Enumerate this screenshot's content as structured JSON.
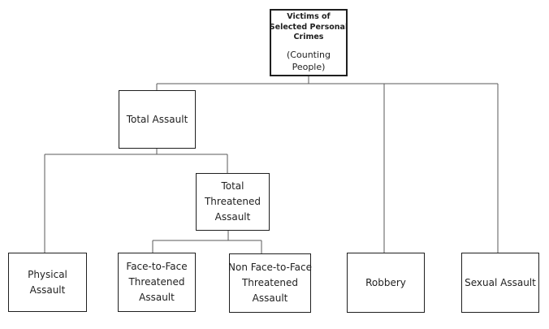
{
  "diagram": {
    "root": {
      "title": "Victims of\nSelected Personal\nCrimes",
      "subtitle": "(Counting\nPeople)"
    },
    "nodes": {
      "total_assault": {
        "label": "Total Assault"
      },
      "total_threatened_assault": {
        "label": "Total\nThreatened\nAssault"
      },
      "physical_assault": {
        "label": "Physical\nAssault"
      },
      "face_to_face_threatened_assault": {
        "label": "Face-to-Face\nThreatened\nAssault"
      },
      "non_face_to_face_threatened_assault": {
        "label": "Non Face-to-Face\nThreatened\nAssault"
      },
      "robbery": {
        "label": "Robbery"
      },
      "sexual_assault": {
        "label": "Sexual Assault"
      }
    },
    "colors": {
      "background": "#ffffff",
      "border": "#1f1f1f",
      "connector": "#5a5a5a",
      "text": "#1f1f1f"
    }
  }
}
